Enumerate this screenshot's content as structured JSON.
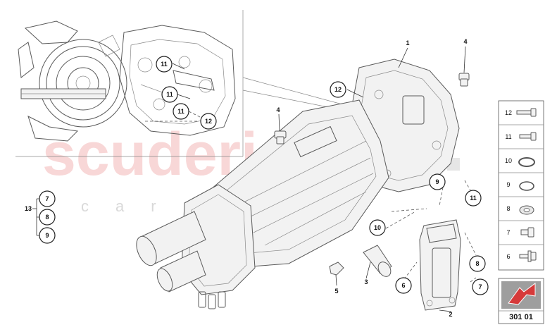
{
  "watermark": {
    "brand": "scuderia",
    "sub": "car parts"
  },
  "callouts": {
    "inset_11_a": "11",
    "inset_11_b": "11",
    "inset_11_c": "11",
    "inset_12": "12",
    "main_12": "12",
    "main_9": "9",
    "main_11": "11",
    "main_10": "10",
    "main_8": "8",
    "main_7": "7",
    "main_6": "6",
    "group_7": "7",
    "group_8": "8",
    "group_9": "9"
  },
  "labels": {
    "part_1": "1",
    "part_2": "2",
    "part_3": "3",
    "part_4_top": "4",
    "part_4_mid": "4",
    "part_5": "5",
    "group_13": "13"
  },
  "legend": [
    {
      "num": "12",
      "icon": "long-bolt-icon"
    },
    {
      "num": "11",
      "icon": "bolt-icon"
    },
    {
      "num": "10",
      "icon": "large-seal-ring-icon"
    },
    {
      "num": "9",
      "icon": "seal-ring-icon"
    },
    {
      "num": "8",
      "icon": "washer-icon"
    },
    {
      "num": "7",
      "icon": "short-bolt-icon"
    },
    {
      "num": "6",
      "icon": "flange-bolt-icon"
    }
  ],
  "page_code": "301 01"
}
